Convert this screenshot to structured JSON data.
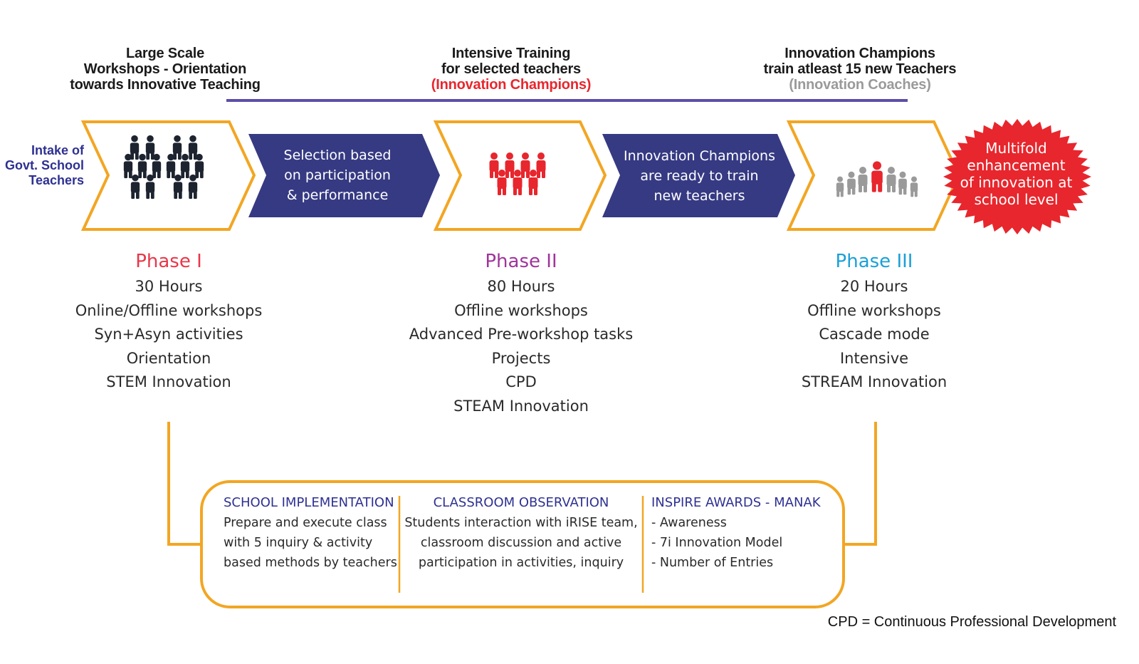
{
  "top_captions": {
    "phase1": {
      "line1": "Large Scale",
      "line2": "Workshops - Orientation",
      "line3": "towards Innovative Teaching"
    },
    "phase2": {
      "line1": "Intensive Training",
      "line2": "for selected teachers",
      "line3": "(Innovation Champions)"
    },
    "phase3": {
      "line1": "Innovation Champions",
      "line2": "train atleast 15 new Teachers",
      "line3": "(Innovation Coaches)"
    }
  },
  "intake": {
    "line1": "Intake of",
    "line2": "Govt. School",
    "line3": "Teachers"
  },
  "connectors": [
    {
      "line1": "Selection based",
      "line2": "on participation",
      "line3": "& performance"
    },
    {
      "line1": "Innovation Champions",
      "line2": "are ready to train",
      "line3": "new teachers"
    }
  ],
  "outcome": {
    "line1": "Multifold",
    "line2": "enhancement",
    "line3": "of innovation at",
    "line4": "school level"
  },
  "phases": [
    {
      "title": "Phase I",
      "items": [
        "30 Hours",
        "Online/Offline workshops",
        "Syn+Asyn activities",
        "Orientation",
        "STEM Innovation"
      ]
    },
    {
      "title": "Phase II",
      "items": [
        "80 Hours",
        "Offline workshops",
        "Advanced Pre-workshop tasks",
        "Projects",
        "CPD",
        "STEAM Innovation"
      ]
    },
    {
      "title": "Phase III",
      "items": [
        "20 Hours",
        "Offline workshops",
        "Cascade mode",
        "Intensive",
        "STREAM Innovation"
      ]
    }
  ],
  "bottom_box": {
    "school": {
      "heading": "SCHOOL IMPLEMENTATION",
      "line1": "Prepare and execute class",
      "line2": "with 5 inquiry & activity",
      "line3": "based methods by teachers"
    },
    "classroom": {
      "heading": "CLASSROOM OBSERVATION",
      "line1": "Students interaction with iRISE team,",
      "line2": "classroom discussion and active",
      "line3": "participation in activities, inquiry"
    },
    "inspire": {
      "heading": "INSPIRE AWARDS - MANAK",
      "line1": "- Awareness",
      "line2": "- 7i Innovation Model",
      "line3": "- Number of Entries"
    }
  },
  "footnote": "CPD = Continuous Professional Development",
  "colors": {
    "orange": "#f2a623",
    "navy": "#363a83",
    "purple_line": "#5b4ea8",
    "red": "#e8262d",
    "phase1": "#e8374a",
    "phase2": "#a0349b",
    "phase3": "#1ba0d7",
    "dark_people": "#1d2430",
    "gray_people": "#9a9a9a",
    "intake_blue": "#2e3192",
    "coach_gray": "#9a9a9a"
  },
  "icons": [
    "crowd-dark-icon",
    "crowd-red-icon",
    "crowd-gray-icon"
  ]
}
